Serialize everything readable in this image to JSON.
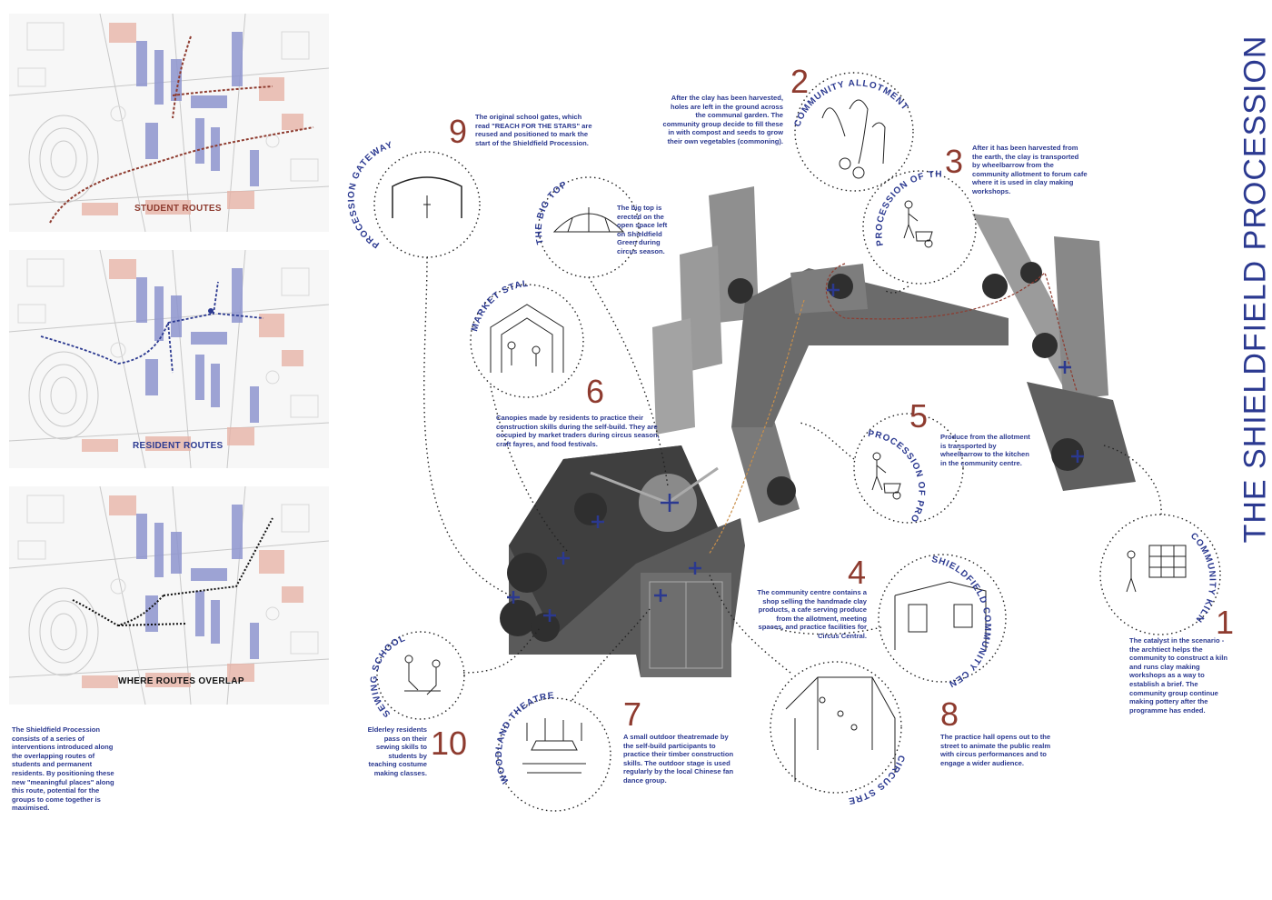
{
  "title": "THE SHIELDFIELD PROCESSION",
  "intro": "The Shieldfield Procession consists of a series of interventions introduced along the overlapping routes of students and permanent residents. By positioning these new \"meaningful places\" along this route, potential for the groups to come together is maximised.",
  "maps": [
    {
      "label": "STUDENT ROUTES",
      "route_color": "#8e3b2f"
    },
    {
      "label": "RESIDENT ROUTES",
      "route_color": "#2b3990"
    },
    {
      "label": "WHERE ROUTES OVERLAP",
      "route_color": "#111111"
    }
  ],
  "interventions": [
    {
      "number": "1",
      "name": "COMMUNITY KILN",
      "description": "The catalyst in the scenario - the archtiect helps the community to construct a kiln and runs clay making workshops as a way to establish a brief. The community group continue making pottery after the programme has ended."
    },
    {
      "number": "2",
      "name": "COMMUNITY ALLOTMENT",
      "description": "After the clay has been harvested, holes are left in the ground across the communal garden. The community group decide to fill these in with compost and seeds to grow their own vegetables (commoning)."
    },
    {
      "number": "3",
      "name": "PROCESSION OF THE CLAY",
      "description": "After it has been harvested from the earth, the clay is transported by wheelbarrow from the community allotment to forum cafe where it is used in clay making workshops."
    },
    {
      "number": "4",
      "name": "SHIELDFIELD COMMUNITY CENTRE",
      "description": "The community centre contains a shop selling the handmade clay products, a cafe serving produce from the allotment, meeting spaces, and practice facilities for Circus Central."
    },
    {
      "number": "5",
      "name": "PROCESSION OF PRODUCE",
      "description": "Produce from the allotment is transported by wheelbarrow to the kitchen in the community centre."
    },
    {
      "number": "6",
      "name": "MARKET STALLS",
      "description": "Canopies made by residents to practice their construction skills during the self-build. They are occupied by market traders during circus season, craft fayres, and food festivals."
    },
    {
      "number": "7",
      "name": "WOODLAND THEATRE",
      "description": "A small outdoor theatremade by the self-build participants to practice their timber construction skills. The outdoor stage is used regularly by the local Chinese fan dance group."
    },
    {
      "number": "8",
      "name": "CIRCUS STREET",
      "description": "The practice hall opens out to the street to animate the public realm with circus performances and to engage a wider audience."
    },
    {
      "number": "9",
      "name": "PROCESSION GATEWAY",
      "description": "The original school gates, which read \"REACH FOR THE STARS\" are reused and positioned to mark the start of the Shieldfield Procession."
    },
    {
      "number": "10",
      "name": "SEWING SCHOOL",
      "description": "Elderley residents pass on their sewing skills to students by teaching costume making classes."
    },
    {
      "number": "",
      "name": "THE BIG TOP",
      "description": "The big top is erected on the open space left on Shieldfield Green during circus season."
    }
  ],
  "colors": {
    "navy": "#2b3990",
    "rust": "#8e3b2f",
    "map_blue": "#8e95cf",
    "map_pink": "#e7b4a8"
  }
}
